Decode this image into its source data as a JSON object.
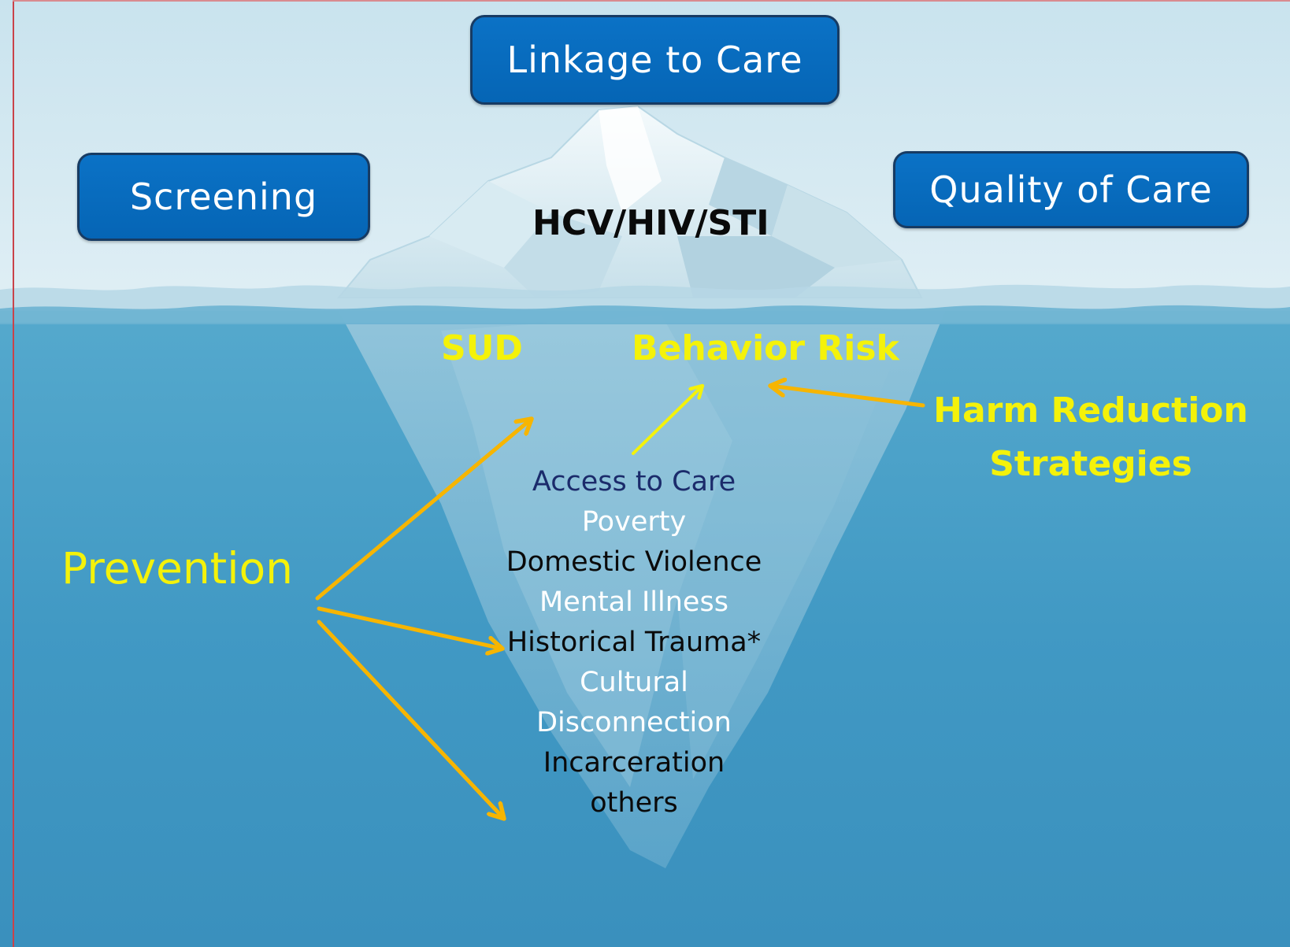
{
  "boxes": {
    "linkage": "Linkage to Care",
    "screening": "Screening",
    "quality": "Quality of Care"
  },
  "tip_label": "HCV/HIV/STI",
  "waterline_labels": {
    "sud": "SUD",
    "behavior_risk": "Behavior Risk"
  },
  "harm_reduction": {
    "line1": "Harm Reduction",
    "line2": "Strategies"
  },
  "prevention": "Prevention",
  "factors": [
    {
      "text": "Access to Care",
      "color": "#1b2b6b"
    },
    {
      "text": "Poverty",
      "color": "#ffffff"
    },
    {
      "text": "Domestic Violence",
      "color": "#0a0a0a"
    },
    {
      "text": "Mental Illness",
      "color": "#ffffff"
    },
    {
      "text": "Historical Trauma*",
      "color": "#0a0a0a"
    },
    {
      "text": "Cultural",
      "color": "#ffffff"
    },
    {
      "text": "Disconnection",
      "color": "#ffffff"
    },
    {
      "text": "Incarceration",
      "color": "#0a0a0a"
    },
    {
      "text": "others",
      "color": "#0a0a0a"
    }
  ],
  "colors": {
    "sky": "#d3e9f1",
    "water": "#3f9ac4",
    "box_fill": "#0a6ebf",
    "yellow_text": "#f4f20a",
    "arrow_orange": "#f7b500",
    "arrow_yellow": "#f4f20a"
  }
}
